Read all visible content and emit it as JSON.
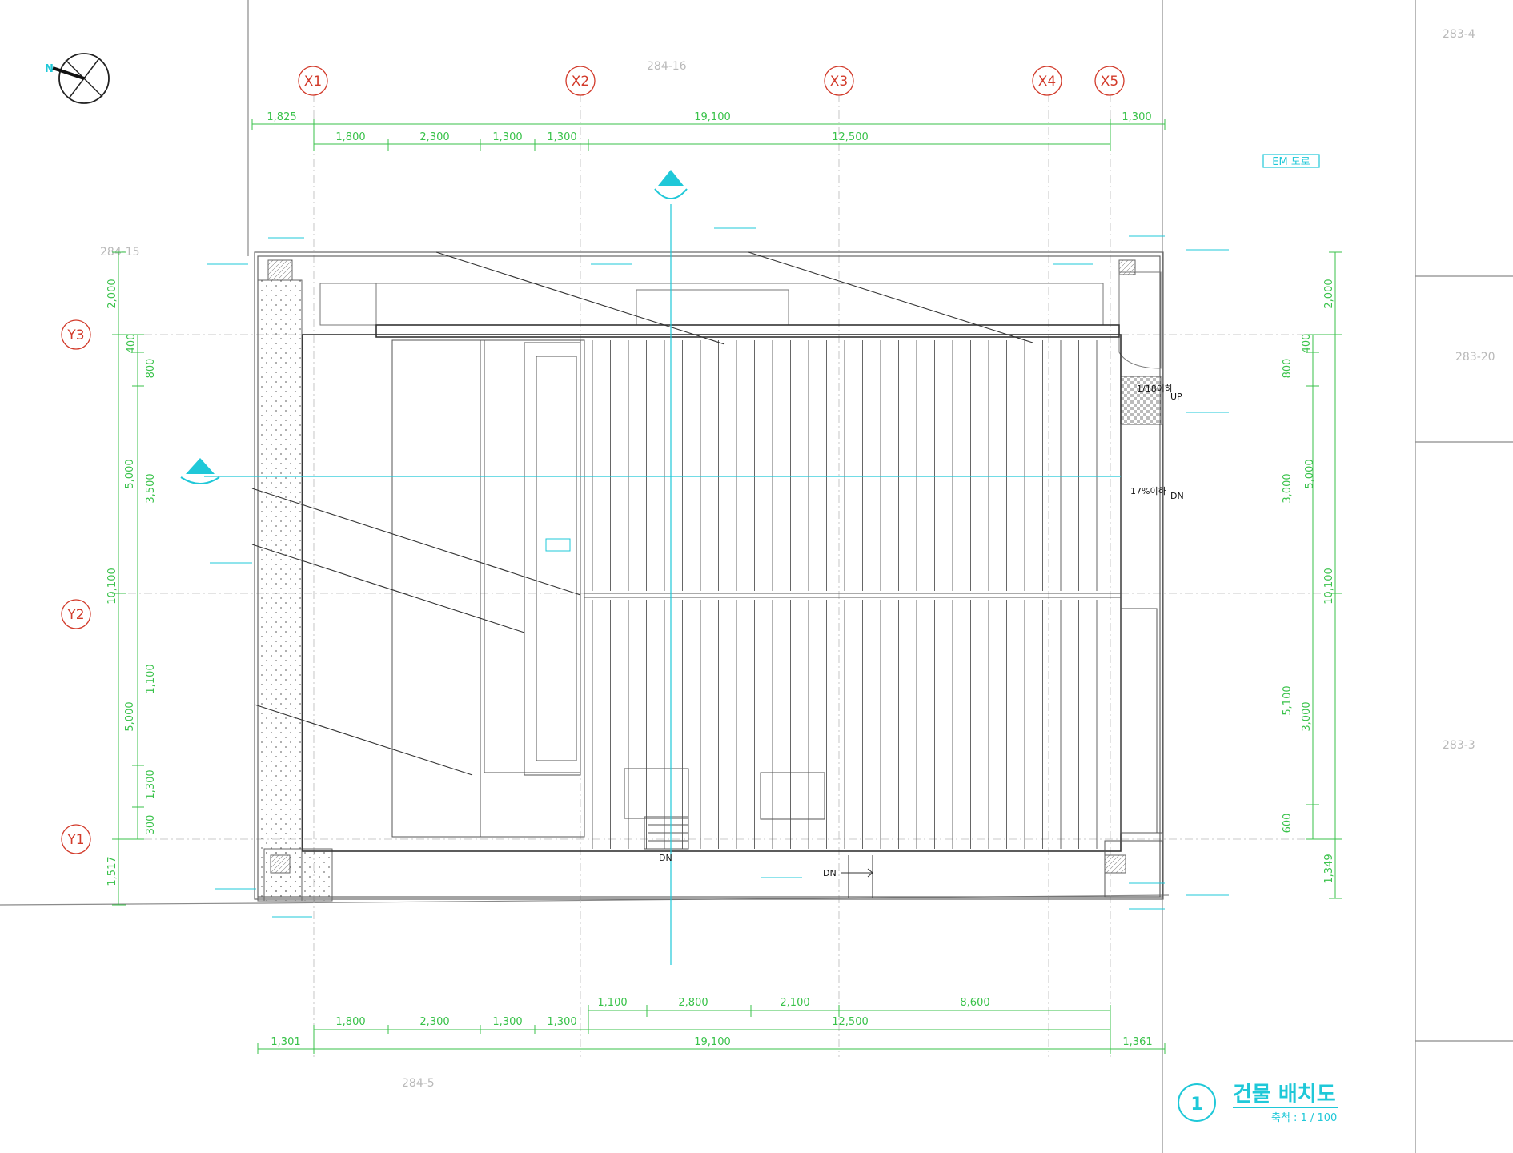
{
  "drawing": {
    "title": "건물 배치도",
    "scale_text": "축척 : 1 / 100",
    "number": "1",
    "tag": "EM 도로"
  },
  "grid_x": [
    "X1",
    "X2",
    "X3",
    "X4",
    "X5"
  ],
  "grid_y": [
    "Y3",
    "Y2",
    "Y1"
  ],
  "lot_labels": {
    "top": "284-16",
    "bottom": "284-5",
    "right_top": "283-4",
    "right_mid": "283-20",
    "right_bottom": "283-3",
    "left_top": "284-15"
  },
  "dims_top": {
    "row1": [
      "1,825",
      "19,100",
      "1,300"
    ],
    "row2": [
      "1,800",
      "2,300",
      "1,300",
      "1,300",
      "12,500"
    ]
  },
  "dims_bottom": {
    "row1": [
      "1,100",
      "2,800",
      "2,100",
      "8,600"
    ],
    "row2": [
      "1,800",
      "2,300",
      "1,300",
      "1,300",
      "12,500"
    ],
    "row3": [
      "1,301",
      "19,100",
      "1,361"
    ]
  },
  "dims_left": {
    "outer": [
      "2,000",
      "5,000",
      "10,100",
      "5,000",
      "1,517"
    ],
    "inner": [
      "400",
      "800",
      "3,500",
      "1,100",
      "1,300",
      "300"
    ]
  },
  "dims_right": {
    "outer": [
      "2,000",
      "5,000",
      "10,100",
      "5,100",
      "1,349"
    ],
    "inner": [
      "400",
      "800",
      "3,000",
      "3,000",
      "600"
    ]
  },
  "notes": {
    "ramp_up_slope": "1/18이하",
    "ramp_up": "UP",
    "ramp_down_slope": "17%이하",
    "ramp_down": "DN",
    "stair_dn": "DN",
    "entry_dn": "DN"
  },
  "colors": {
    "dimension": "#39c24a",
    "annotation": "#1fc8d8",
    "grid_bubble": "#d23a2a",
    "linework": "#555555"
  }
}
